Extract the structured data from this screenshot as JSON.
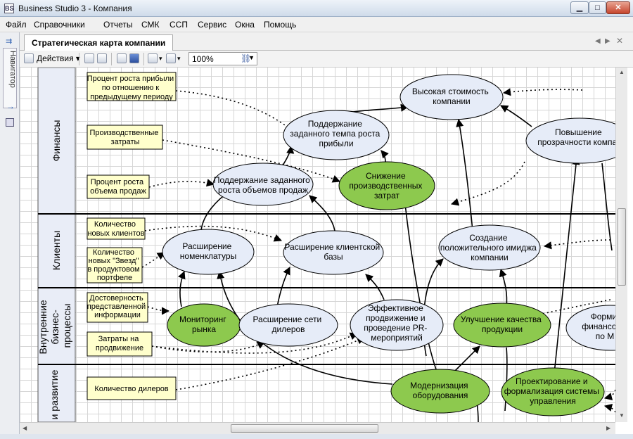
{
  "window": {
    "title": "Business Studio 3 - Компания",
    "app_icon": "BS"
  },
  "menu": [
    "Файл",
    "Справочники",
    "Отчеты",
    "СМК",
    "ССП",
    "Сервис",
    "Окна",
    "Помощь"
  ],
  "navigator": {
    "label": "Навигатор"
  },
  "document": {
    "tab_title": "Стратегическая карта компании"
  },
  "toolbar": {
    "actions_label": "Действия",
    "zoom_value": "100%"
  },
  "lanes": [
    {
      "label": [
        "Финансы"
      ]
    },
    {
      "label": [
        "Клиенты"
      ]
    },
    {
      "label": [
        "Внутренние",
        "бизнес-",
        "процессы"
      ]
    },
    {
      "label": [
        "и развитие"
      ]
    }
  ],
  "indicators": [
    {
      "id": "i1",
      "lines": [
        "Процент роста прибыли",
        "по отношению к",
        "предыдущему периоду"
      ]
    },
    {
      "id": "i2",
      "lines": [
        "Производственные",
        "затраты"
      ]
    },
    {
      "id": "i3",
      "lines": [
        "Процент роста",
        "объема продаж"
      ]
    },
    {
      "id": "i4",
      "lines": [
        "Количество",
        "новых клиентов"
      ]
    },
    {
      "id": "i5",
      "lines": [
        "Количество",
        "новых \"Звезд\"",
        "в продуктовом",
        "портфеле"
      ]
    },
    {
      "id": "i6",
      "lines": [
        "Достоверность",
        "представленной",
        "информации"
      ]
    },
    {
      "id": "i7",
      "lines": [
        "Затраты на",
        "продвижение"
      ]
    },
    {
      "id": "i8",
      "lines": [
        "Количество дилеров"
      ]
    }
  ],
  "goals": [
    {
      "id": "g1",
      "lines": [
        "Высокая стоимость",
        "компании"
      ],
      "kind": "blue"
    },
    {
      "id": "g2",
      "lines": [
        "Поддержание",
        "заданного темпа роста",
        "прибыли"
      ],
      "kind": "blue"
    },
    {
      "id": "g3",
      "lines": [
        "Повышение",
        "прозрачности компан"
      ],
      "kind": "blue"
    },
    {
      "id": "g4",
      "lines": [
        "Поддержание заданного",
        "роста объемов продаж"
      ],
      "kind": "blue"
    },
    {
      "id": "g5",
      "lines": [
        "Снижение",
        "производственных",
        "затрат"
      ],
      "kind": "green"
    },
    {
      "id": "g6",
      "lines": [
        "Расширение",
        "номенклатуры"
      ],
      "kind": "blue"
    },
    {
      "id": "g7",
      "lines": [
        "Расширение клиентской",
        "базы"
      ],
      "kind": "blue"
    },
    {
      "id": "g8",
      "lines": [
        "Создание",
        "положительного имиджа",
        "компании"
      ],
      "kind": "blue"
    },
    {
      "id": "g9",
      "lines": [
        "Мониторинг",
        "рынка"
      ],
      "kind": "green"
    },
    {
      "id": "g10",
      "lines": [
        "Расширение сети",
        "дилеров"
      ],
      "kind": "blue"
    },
    {
      "id": "g11",
      "lines": [
        "Эффективное",
        "продвижение и",
        "проведение PR-",
        "мероприятий"
      ],
      "kind": "blue"
    },
    {
      "id": "g12",
      "lines": [
        "Улучшение качества",
        "продукции"
      ],
      "kind": "green"
    },
    {
      "id": "g13",
      "lines": [
        "Форми",
        "финансово",
        "по М"
      ],
      "kind": "blue"
    },
    {
      "id": "g14",
      "lines": [
        "Модернизация",
        "оборудования"
      ],
      "kind": "green"
    },
    {
      "id": "g15",
      "lines": [
        "Проектирование и",
        "формализация системы",
        "управления"
      ],
      "kind": "green"
    }
  ],
  "colors": {
    "blue_goal": "#e6ecf8",
    "green_goal": "#8dc94e",
    "indicator_box": "#ffffcc",
    "lane_header": "#e9edf7",
    "grid": "#d6d6d6"
  },
  "icons": [
    "actions-icon",
    "save-icon",
    "undo-icon",
    "redo-icon",
    "link-icon",
    "navigator-icon"
  ]
}
